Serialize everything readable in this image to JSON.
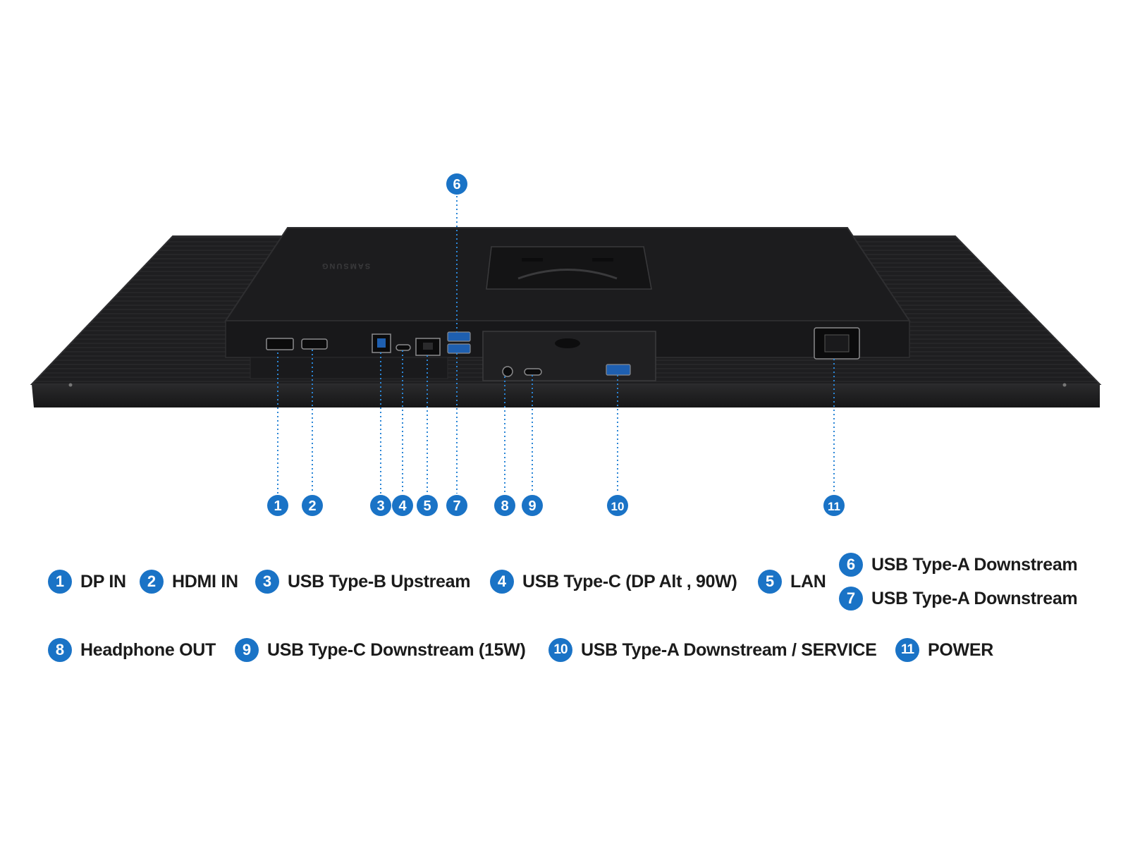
{
  "colors": {
    "badge": "#1a73c6",
    "monitor_body": "#1f1f21",
    "monitor_edge": "#2b2b2d",
    "leader_line": "#2b86d6"
  },
  "brand_mark": "SAMSUNG",
  "callouts": [
    {
      "num": "1"
    },
    {
      "num": "2"
    },
    {
      "num": "3"
    },
    {
      "num": "4"
    },
    {
      "num": "5"
    },
    {
      "num": "6"
    },
    {
      "num": "7"
    },
    {
      "num": "8"
    },
    {
      "num": "9"
    },
    {
      "num": "10"
    },
    {
      "num": "11"
    }
  ],
  "legend": [
    {
      "num": "1",
      "label": "DP IN"
    },
    {
      "num": "2",
      "label": "HDMI IN"
    },
    {
      "num": "3",
      "label": "USB Type-B Upstream"
    },
    {
      "num": "4",
      "label": "USB Type-C (DP Alt , 90W)"
    },
    {
      "num": "5",
      "label": "LAN"
    },
    {
      "num": "6",
      "label": "USB Type-A Downstream"
    },
    {
      "num": "7",
      "label": "USB Type-A Downstream"
    },
    {
      "num": "8",
      "label": "Headphone OUT"
    },
    {
      "num": "9",
      "label": "USB Type-C Downstream (15W)"
    },
    {
      "num": "10",
      "label": "USB Type-A Downstream / SERVICE"
    },
    {
      "num": "11",
      "label": "POWER"
    }
  ]
}
